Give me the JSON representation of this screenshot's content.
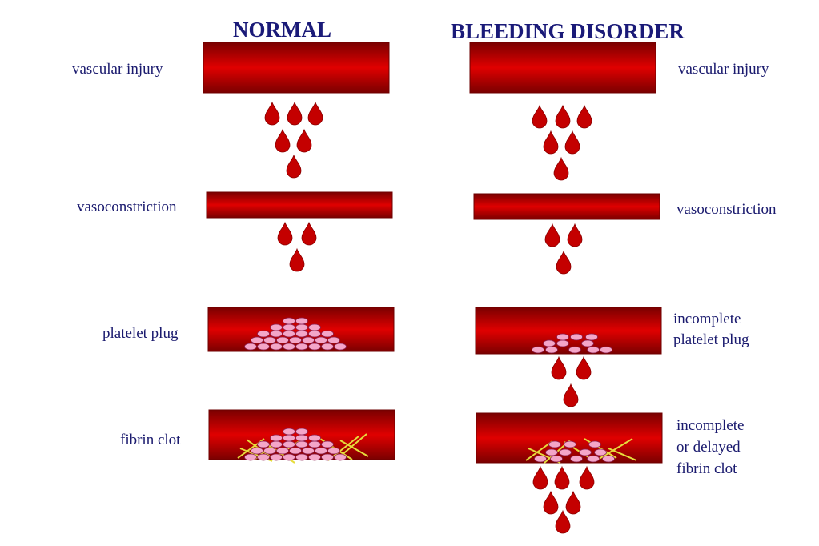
{
  "headings": {
    "normal": "NORMAL",
    "disorder": "BLEEDING DISORDER"
  },
  "normal": {
    "vascular_injury": "vascular injury",
    "vasoconstriction": "vasoconstriction",
    "platelet_plug": "platelet plug",
    "fibrin_clot": "fibrin clot"
  },
  "disorder": {
    "vascular_injury": "vascular injury",
    "vasoconstriction": "vasoconstriction",
    "platelet_plug_line1": "incomplete",
    "platelet_plug_line2": "platelet plug",
    "fibrin_clot_line1": "incomplete",
    "fibrin_clot_line2": "or delayed",
    "fibrin_clot_line3": "fibrin clot"
  },
  "colors": {
    "vessel": "#d40000",
    "vessel_dark": "#6e0000",
    "blood_drop": "#c40000",
    "platelet": "#f4a6c8",
    "fibrin": "#e6dc3c",
    "text": "#1a1a6e"
  }
}
